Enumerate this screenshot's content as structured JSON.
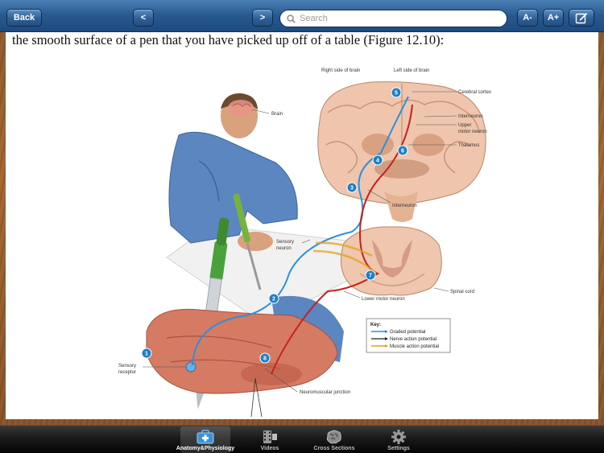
{
  "toolbar": {
    "back_label": "Back",
    "prev_label": "<",
    "next_label": ">",
    "search_placeholder": "Search",
    "font_decrease_label": "A-",
    "font_increase_label": "A+"
  },
  "page": {
    "text": "the smooth surface of a pen that you have picked up off of a table (Figure 12.10):"
  },
  "figure": {
    "labels": {
      "right_side": "Right side of brain",
      "left_side": "Left side of brain",
      "cerebral_cortex": "Cerebral cortex",
      "brain": "Brain",
      "interneuron_top": "Interneuron",
      "upper_motor_1": "Upper",
      "upper_motor_2": "motor neuron",
      "thalamus": "Thalamus",
      "interneuron_mid": "Interneuron",
      "sensory_neuron_1": "Sensory",
      "sensory_neuron_2": "neuron",
      "spinal_cord": "Spinal cord",
      "lower_motor": "Lower motor neuron",
      "sensory_receptor_1": "Sensory",
      "sensory_receptor_2": "receptor",
      "neuromuscular": "Neuromuscular junction"
    },
    "key": {
      "title": "Key:",
      "graded": "Graded potential",
      "nerve": "Nerve action potential",
      "muscle": "Muscle action potential"
    },
    "steps": [
      "1",
      "2",
      "3",
      "4",
      "5",
      "6",
      "7",
      "8"
    ],
    "colors": {
      "graded": "#2f8fd8",
      "nerve": "#c8201e",
      "muscle": "#e0a020",
      "step_badge": "#1e7fc8"
    }
  },
  "tabs": [
    {
      "label": "Anatomy&Physiology",
      "icon": "medical-kit-icon",
      "active": true
    },
    {
      "label": "Videos",
      "icon": "film-icon",
      "active": false
    },
    {
      "label": "Cross Sections",
      "icon": "brain-icon",
      "active": false
    },
    {
      "label": "Settings",
      "icon": "gear-icon",
      "active": false
    }
  ]
}
